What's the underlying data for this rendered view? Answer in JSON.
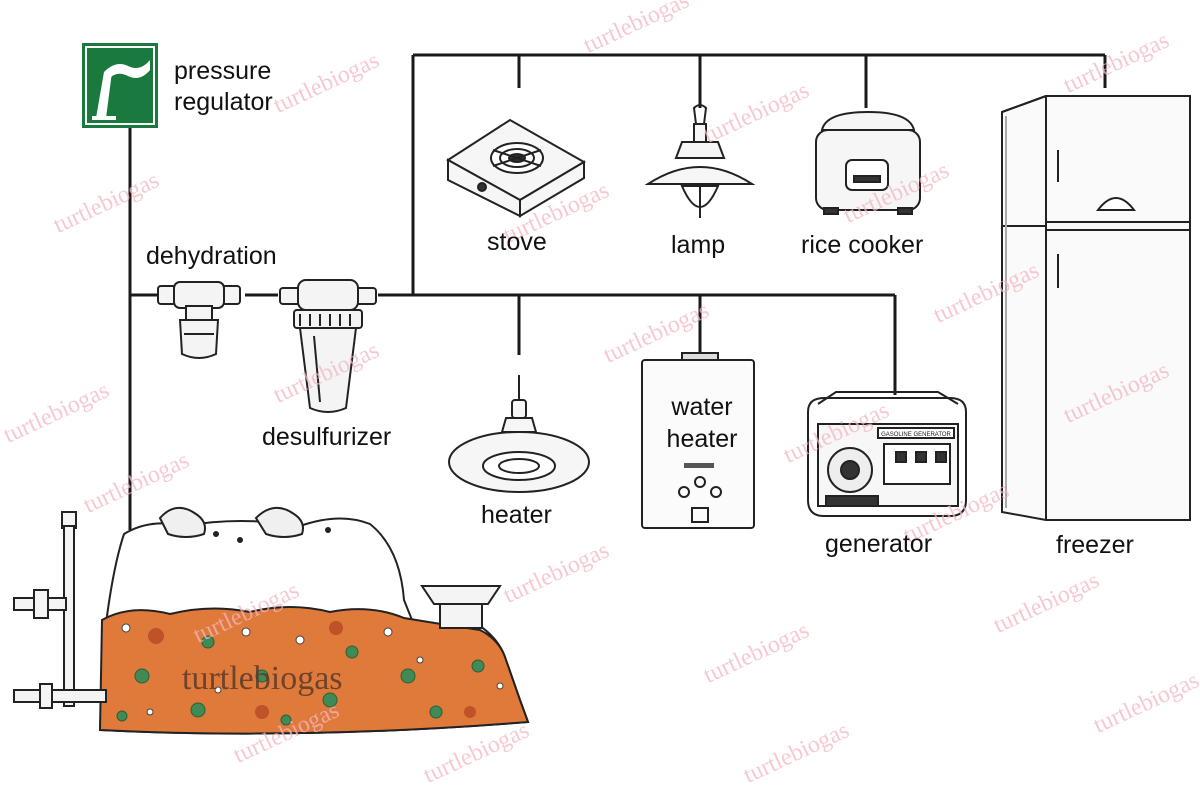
{
  "labels": {
    "pressure_regulator": [
      "pressure",
      "regulator"
    ],
    "dehydration": "dehydration",
    "desulfurizer": "desulfurizer",
    "stove": "stove",
    "lamp": "lamp",
    "rice_cooker": "rice cooker",
    "heater": "heater",
    "water_heater": [
      "water",
      "heater"
    ],
    "generator": "generator",
    "freezer": "freezer"
  },
  "generator_panel_text": "GASOLINE GENERATOR",
  "watermark": "turtlebiogas",
  "colors": {
    "line": "#1a1a1a",
    "slurry": "#e07a3a",
    "regulator_sign": "#1a7a3e",
    "watermark": "#f2b7c0"
  }
}
